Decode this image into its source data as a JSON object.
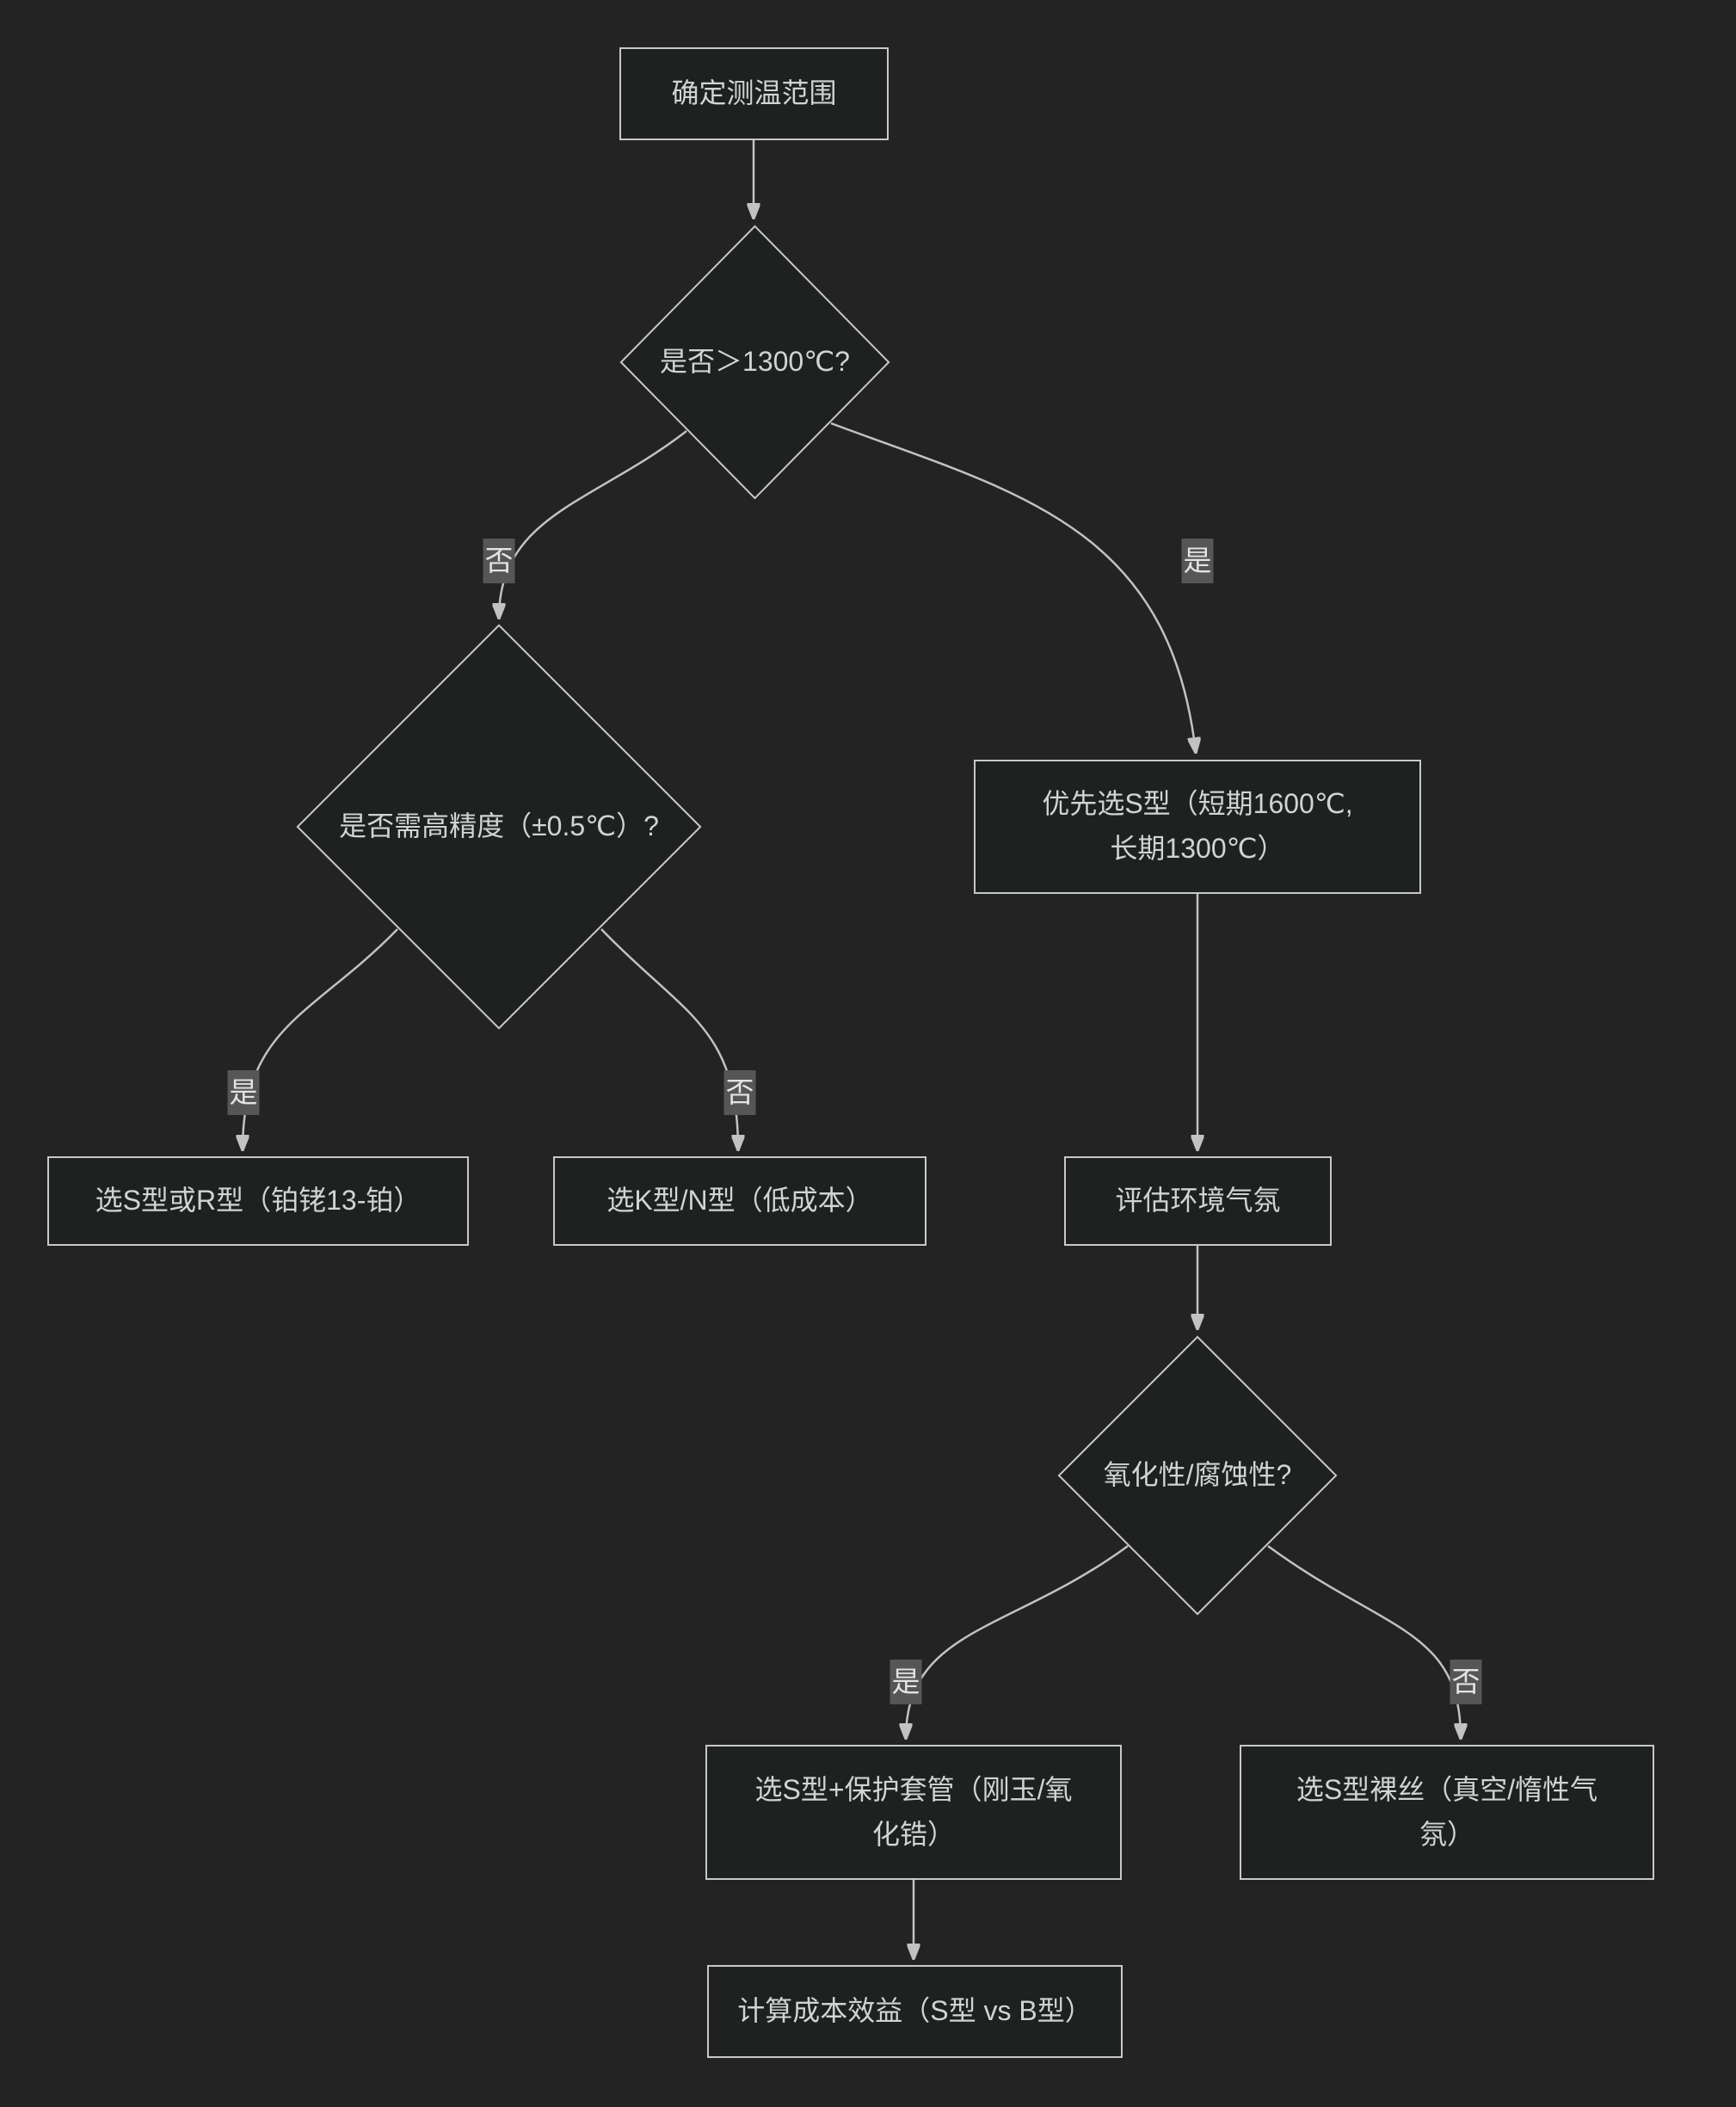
{
  "diagram": {
    "type": "flowchart-decision-tree",
    "theme": "dark",
    "colors": {
      "background": "#232323",
      "node_fill": "#1f2121",
      "node_border": "#c7c9c9",
      "node_text": "#d2d4d4",
      "edge_line": "#c2c2c2",
      "edge_label_background": "#565656",
      "edge_label_text": "#e3e3e3"
    }
  },
  "nodes": {
    "start": {
      "label": "确定测温范围",
      "shape": "rect"
    },
    "decision_temp": {
      "label": "是否＞1300℃?",
      "shape": "diamond"
    },
    "decision_precision": {
      "label": "是否需高精度（±0.5℃）?",
      "shape": "diamond"
    },
    "prefer_s": {
      "label": "优先选S型（短期1600℃,长期1300℃）",
      "shape": "rect"
    },
    "choose_s_or_r": {
      "label": "选S型或R型（铂铑13-铂）",
      "shape": "rect"
    },
    "choose_k_n": {
      "label": "选K型/N型（低成本）",
      "shape": "rect"
    },
    "assess_atmosphere": {
      "label": "评估环境气氛",
      "shape": "rect"
    },
    "decision_atmosphere": {
      "label": "氧化性/腐蚀性?",
      "shape": "diamond"
    },
    "s_with_sheath": {
      "label": "选S型+保护套管（刚玉/氧化锆）",
      "shape": "rect"
    },
    "s_bare_wire": {
      "label": "选S型裸丝（真空/惰性气氛）",
      "shape": "rect"
    },
    "cost_benefit": {
      "label": "计算成本效益（S型 vs B型）",
      "shape": "rect"
    }
  },
  "edge_labels": {
    "temp_no": "否",
    "temp_yes": "是",
    "precision_yes": "是",
    "precision_no": "否",
    "atmosphere_yes": "是",
    "atmosphere_no": "否"
  }
}
